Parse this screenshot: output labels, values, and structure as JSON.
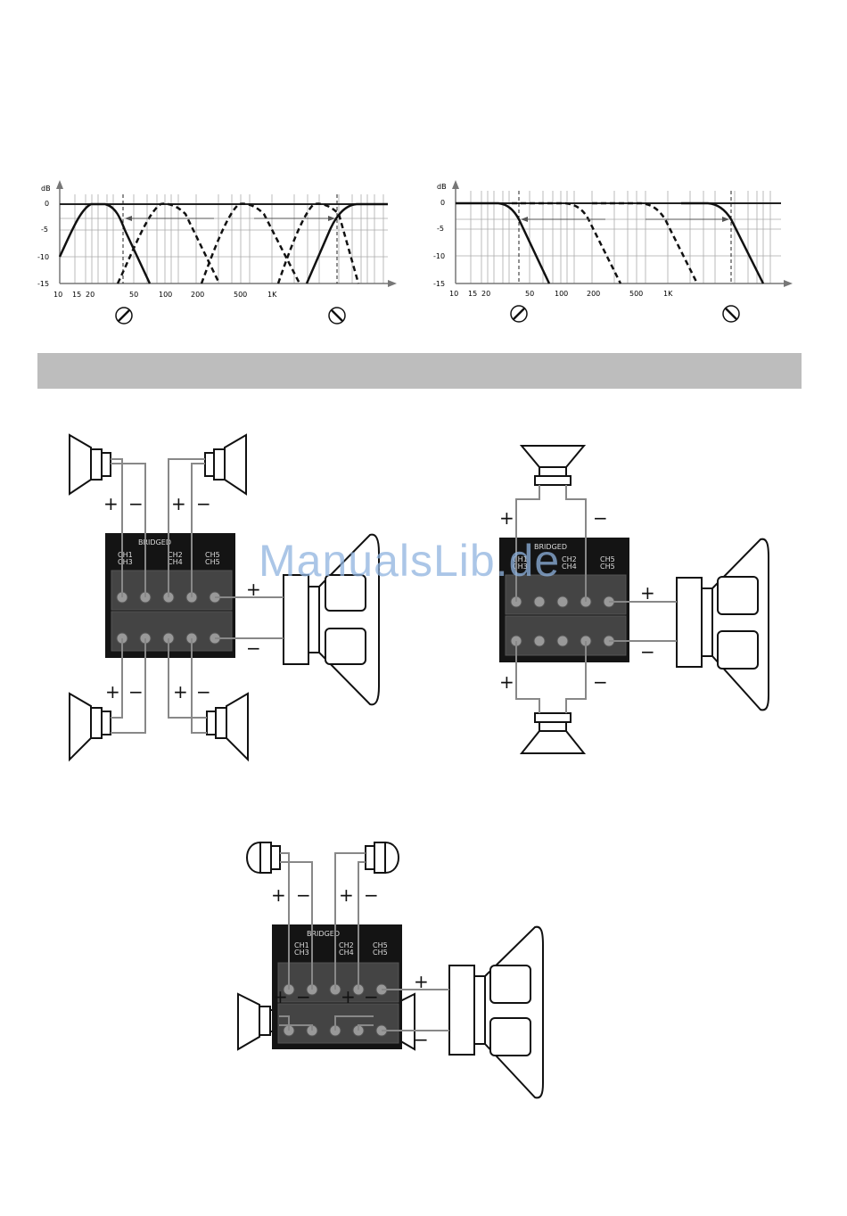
{
  "graphs": [
    {
      "y_label": "dB",
      "y_ticks": [
        "0",
        "-5",
        "-10",
        "-15"
      ],
      "x_ticks": [
        "10",
        "15",
        "20",
        "50",
        "100",
        "200",
        "500",
        "1K"
      ]
    },
    {
      "y_label": "dB",
      "y_ticks": [
        "0",
        "-5",
        "-10",
        "-15"
      ],
      "x_ticks": [
        "10",
        "15",
        "20",
        "50",
        "100",
        "200",
        "500",
        "1K"
      ]
    }
  ],
  "terminal": {
    "bridged": "BRIDGED",
    "ch1": "CH1",
    "ch3": "CH3",
    "ch2": "CH2",
    "ch4": "CH4",
    "ch5p": "CH5",
    "ch5m": "CH5",
    "plus": "+",
    "minus": "−"
  },
  "watermark": "ManualsLib.de",
  "colors": {
    "wire": "#888888",
    "panel": "#141414",
    "band": "#bdbdbd",
    "watermark": "#8fb3df"
  }
}
